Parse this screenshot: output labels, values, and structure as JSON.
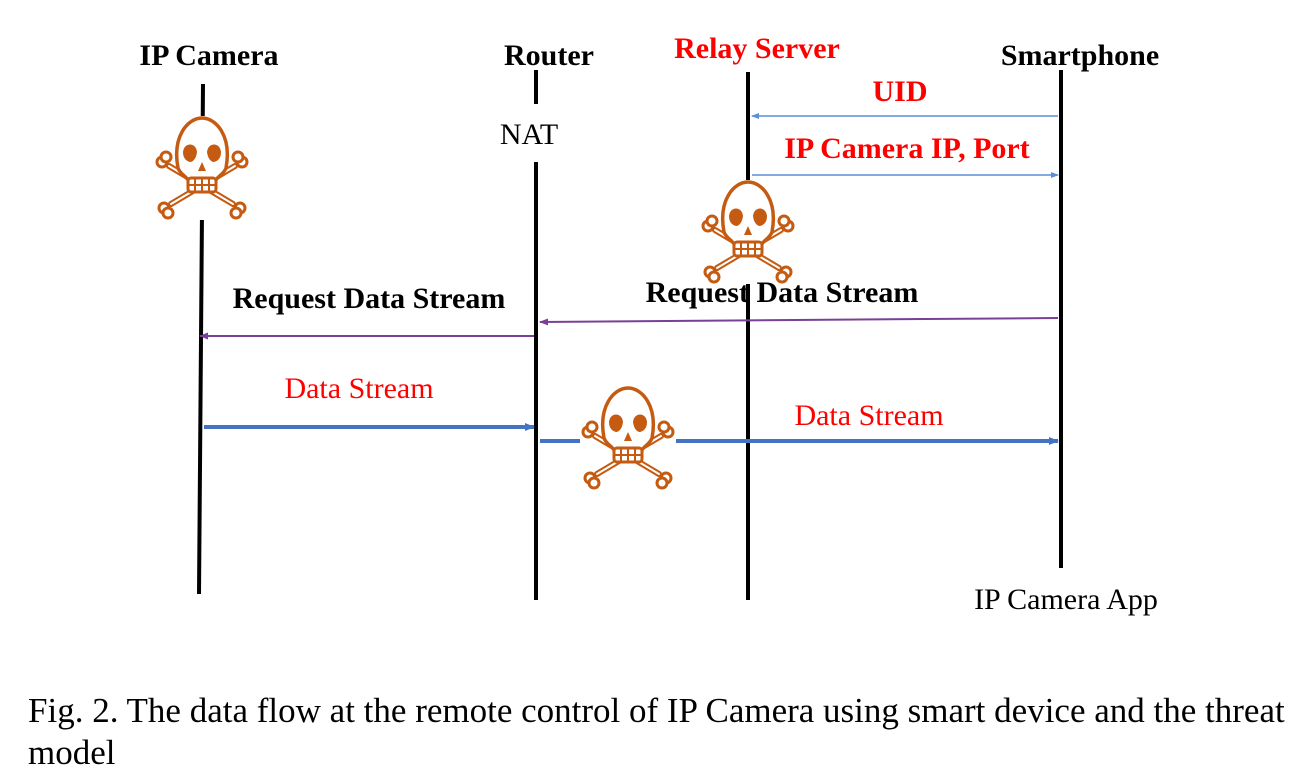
{
  "diagram": {
    "actors": {
      "camera": "IP Camera",
      "router": "Router",
      "relay": "Relay Server",
      "phone": "Smartphone"
    },
    "annotations": {
      "nat": "NAT",
      "app": "IP Camera App"
    },
    "messages": {
      "uid": "UID",
      "ip_port": "IP Camera IP, Port",
      "request_left": "Request Data Stream",
      "request_right": "Request Data Stream",
      "stream_left": "Data Stream",
      "stream_right": "Data Stream"
    },
    "threat_icon": "skull-crossbones-icon",
    "colors": {
      "red_label": "#ff0000",
      "black_label": "#000000",
      "thin_arrow": "#5b8fd6",
      "purple_arrow": "#7a3f96",
      "thick_arrow": "#4472c4",
      "skull": "#c55a11"
    }
  },
  "caption": "Fig. 2.  The data flow at the remote control of IP Camera using smart device and the threat model"
}
